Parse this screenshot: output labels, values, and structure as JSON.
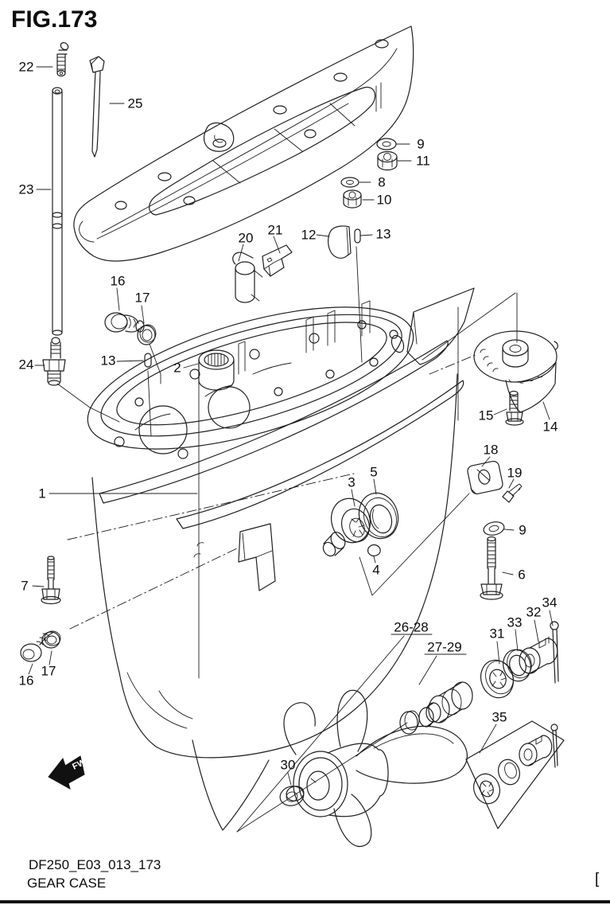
{
  "figure": {
    "title": "FIG.173",
    "drawing_code": "DF250_E03_013_173",
    "drawing_name": "GEAR CASE",
    "page_marker": "[",
    "fwd_marker": "FWD"
  },
  "style": {
    "line_color": "#1f1f1f",
    "background": "#ffffff"
  },
  "callouts": [
    {
      "label": "22"
    },
    {
      "label": "25"
    },
    {
      "label": "23"
    },
    {
      "label": "9"
    },
    {
      "label": "11"
    },
    {
      "label": "8"
    },
    {
      "label": "10"
    },
    {
      "label": "20"
    },
    {
      "label": "21"
    },
    {
      "label": "12"
    },
    {
      "label": "13"
    },
    {
      "label": "16"
    },
    {
      "label": "17"
    },
    {
      "label": "13"
    },
    {
      "label": "24"
    },
    {
      "label": "2"
    },
    {
      "label": "15"
    },
    {
      "label": "14"
    },
    {
      "label": "18"
    },
    {
      "label": "19"
    },
    {
      "label": "9"
    },
    {
      "label": "6"
    },
    {
      "label": "1"
    },
    {
      "label": "3"
    },
    {
      "label": "5"
    },
    {
      "label": "4"
    },
    {
      "label": "7"
    },
    {
      "label": "16"
    },
    {
      "label": "17"
    },
    {
      "label": "26-28"
    },
    {
      "label": "27-29"
    },
    {
      "label": "31"
    },
    {
      "label": "33"
    },
    {
      "label": "32"
    },
    {
      "label": "34"
    },
    {
      "label": "35"
    },
    {
      "label": "30"
    }
  ]
}
